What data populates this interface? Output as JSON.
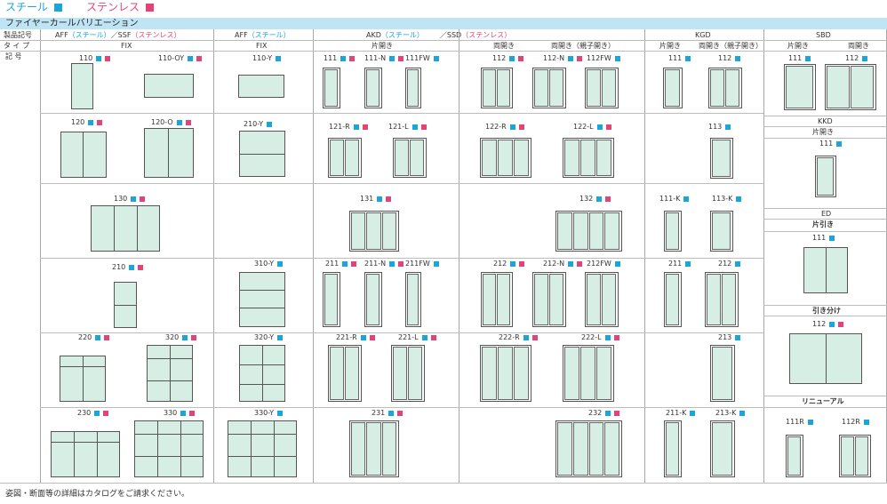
{
  "legend": {
    "steel_label": "スチール",
    "steel_color": "#1aa6d8",
    "stainless_label": "ステンレス",
    "stainless_color": "#e4437a"
  },
  "title": "ファイヤーカールバリエーション",
  "row_labels": {
    "model": "製品記号",
    "type": "タ イ プ",
    "code": "記 号"
  },
  "groups": {
    "aff_ssf": {
      "aff": "AFF",
      "steel": "（スチール）",
      "sep": "／SSF",
      "stainless": "（ステンレス）",
      "type": "FIX"
    },
    "aff": {
      "aff": "AFF",
      "steel": "（スチール）",
      "type": "FIX"
    },
    "akd_ssd": {
      "akd": "AKD",
      "steel": "（スチール）",
      "sep": "／SSD",
      "stainless": "（ステンレス）",
      "single": "片開き",
      "double": "両開き",
      "double_pc": "両開き（親子開き）"
    },
    "kgd": {
      "name": "KGD",
      "single": "片開き",
      "double_pc": "両開き（親子開き）"
    },
    "sbd": {
      "name": "SBD",
      "single": "片開き",
      "double": "両開き"
    },
    "kkd": {
      "name": "KKD",
      "single": "片開き"
    },
    "ed": {
      "name": "ED",
      "slide": "片引き",
      "split": "引き分け"
    },
    "renewal": {
      "name": "リニューアル"
    }
  },
  "items": [
    {
      "code": "110",
      "marks": [
        "steel",
        "stainless"
      ]
    },
    {
      "code": "110-OY",
      "marks": [
        "steel",
        "stainless"
      ]
    },
    {
      "code": "110-Y",
      "marks": [
        "steel"
      ]
    },
    {
      "code": "111",
      "marks": [
        "steel",
        "stainless"
      ]
    },
    {
      "code": "111-N",
      "marks": [
        "steel",
        "stainless"
      ]
    },
    {
      "code": "111FW",
      "marks": [
        "steel"
      ]
    },
    {
      "code": "112",
      "marks": [
        "steel",
        "stainless"
      ]
    },
    {
      "code": "112-N",
      "marks": [
        "steel",
        "stainless"
      ]
    },
    {
      "code": "112FW",
      "marks": [
        "steel"
      ]
    },
    {
      "code": "111",
      "marks": [
        "steel"
      ]
    },
    {
      "code": "112",
      "marks": [
        "steel"
      ]
    },
    {
      "code": "111",
      "marks": [
        "steel"
      ]
    },
    {
      "code": "112",
      "marks": [
        "steel"
      ]
    },
    {
      "code": "120",
      "marks": [
        "steel",
        "stainless"
      ]
    },
    {
      "code": "120-O",
      "marks": [
        "steel",
        "stainless"
      ]
    },
    {
      "code": "210-Y",
      "marks": [
        "steel"
      ]
    },
    {
      "code": "121-R",
      "marks": [
        "steel",
        "stainless"
      ]
    },
    {
      "code": "121-L",
      "marks": [
        "steel",
        "stainless"
      ]
    },
    {
      "code": "122-R",
      "marks": [
        "steel",
        "stainless"
      ]
    },
    {
      "code": "122-L",
      "marks": [
        "steel",
        "stainless"
      ]
    },
    {
      "code": "113",
      "marks": [
        "steel"
      ]
    },
    {
      "code": "111",
      "marks": [
        "steel"
      ]
    },
    {
      "code": "130",
      "marks": [
        "steel",
        "stainless"
      ]
    },
    {
      "code": "131",
      "marks": [
        "steel",
        "stainless"
      ]
    },
    {
      "code": "132",
      "marks": [
        "steel",
        "stainless"
      ]
    },
    {
      "code": "111-K",
      "marks": [
        "steel"
      ]
    },
    {
      "code": "113-K",
      "marks": [
        "steel"
      ]
    },
    {
      "code": "111",
      "marks": [
        "steel"
      ]
    },
    {
      "code": "210",
      "marks": [
        "steel",
        "stainless"
      ]
    },
    {
      "code": "310-Y",
      "marks": [
        "steel"
      ]
    },
    {
      "code": "211",
      "marks": [
        "steel",
        "stainless"
      ]
    },
    {
      "code": "211-N",
      "marks": [
        "steel",
        "stainless"
      ]
    },
    {
      "code": "211FW",
      "marks": [
        "steel"
      ]
    },
    {
      "code": "212",
      "marks": [
        "steel",
        "stainless"
      ]
    },
    {
      "code": "212-N",
      "marks": [
        "steel",
        "stainless"
      ]
    },
    {
      "code": "212FW",
      "marks": [
        "steel"
      ]
    },
    {
      "code": "211",
      "marks": [
        "steel"
      ]
    },
    {
      "code": "212",
      "marks": [
        "steel"
      ]
    },
    {
      "code": "112",
      "marks": [
        "steel",
        "stainless"
      ]
    },
    {
      "code": "220",
      "marks": [
        "steel",
        "stainless"
      ]
    },
    {
      "code": "320",
      "marks": [
        "steel",
        "stainless"
      ]
    },
    {
      "code": "320-Y",
      "marks": [
        "steel"
      ]
    },
    {
      "code": "221-R",
      "marks": [
        "steel",
        "stainless"
      ]
    },
    {
      "code": "221-L",
      "marks": [
        "steel",
        "stainless"
      ]
    },
    {
      "code": "222-R",
      "marks": [
        "steel",
        "stainless"
      ]
    },
    {
      "code": "222-L",
      "marks": [
        "steel",
        "stainless"
      ]
    },
    {
      "code": "213",
      "marks": [
        "steel"
      ]
    },
    {
      "code": "230",
      "marks": [
        "steel",
        "stainless"
      ]
    },
    {
      "code": "330",
      "marks": [
        "steel",
        "stainless"
      ]
    },
    {
      "code": "330-Y",
      "marks": [
        "steel"
      ]
    },
    {
      "code": "231",
      "marks": [
        "steel",
        "stainless"
      ]
    },
    {
      "code": "232",
      "marks": [
        "steel",
        "stainless"
      ]
    },
    {
      "code": "211-K",
      "marks": [
        "steel"
      ]
    },
    {
      "code": "213-K",
      "marks": [
        "steel"
      ]
    },
    {
      "code": "111R",
      "marks": [
        "steel"
      ]
    },
    {
      "code": "112R",
      "marks": [
        "steel"
      ]
    }
  ],
  "footer": "姿図・断面等の詳細はカタログをご請求ください。"
}
